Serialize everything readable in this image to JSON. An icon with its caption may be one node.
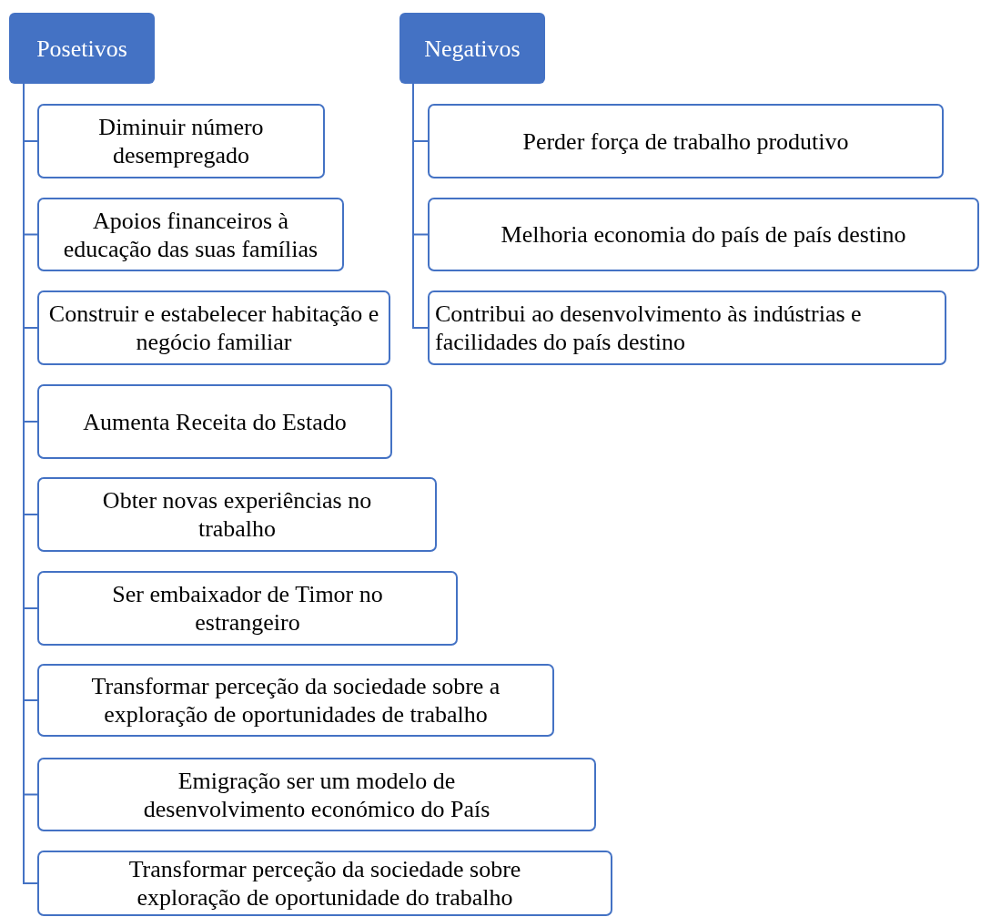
{
  "diagram": {
    "nodes": [
      {
        "text": [
          "Posetivos"
        ]
      },
      {
        "text": [
          "Diminuir número desempregado"
        ]
      },
      {
        "text": [
          "Apoios financeiros à educação das suas famílias"
        ]
      },
      {
        "text": [
          "Construir e estabelecer habitação e negócio familiar"
        ]
      },
      {
        "text": [
          "Aumenta Receita do Estado"
        ]
      },
      {
        "text": [
          "Obter novas experiências no trabalho"
        ]
      },
      {
        "text": [
          "Ser embaixador de Timor no estrangeiro"
        ]
      },
      {
        "text": [
          "Transformar perceção da sociedade sobre a exploração de oportunidades de trabalho"
        ]
      },
      {
        "text": [
          "Emigração ser um modelo de desenvolvimento económico do País"
        ]
      },
      {
        "text": [
          "Transformar perceção da sociedade sobre exploração de oportunidade do trabalho"
        ]
      },
      {
        "text": [
          "Negativos"
        ]
      },
      {
        "text": [
          "Perder força de trabalho produtivo"
        ]
      },
      {
        "text": [
          "Melhoria economia do país de país destino"
        ]
      },
      {
        "text": [
          "Contribui ao desenvolvimento às indústrias e facilidades do país destino"
        ]
      }
    ],
    "edges": [
      {
        "from": 0,
        "to": 1,
        "arrow": "none"
      },
      {
        "from": 0,
        "to": 2,
        "arrow": "none"
      },
      {
        "from": 0,
        "to": 3,
        "arrow": "none"
      },
      {
        "from": 0,
        "to": 4,
        "arrow": "none"
      },
      {
        "from": 0,
        "to": 5,
        "arrow": "none"
      },
      {
        "from": 0,
        "to": 6,
        "arrow": "none"
      },
      {
        "from": 0,
        "to": 7,
        "arrow": "none"
      },
      {
        "from": 0,
        "to": 8,
        "arrow": "none"
      },
      {
        "from": 0,
        "to": 9,
        "arrow": "none"
      },
      {
        "from": 10,
        "to": 11,
        "arrow": "none"
      },
      {
        "from": 10,
        "to": 12,
        "arrow": "none"
      },
      {
        "from": 10,
        "to": 13,
        "arrow": "none"
      }
    ]
  }
}
